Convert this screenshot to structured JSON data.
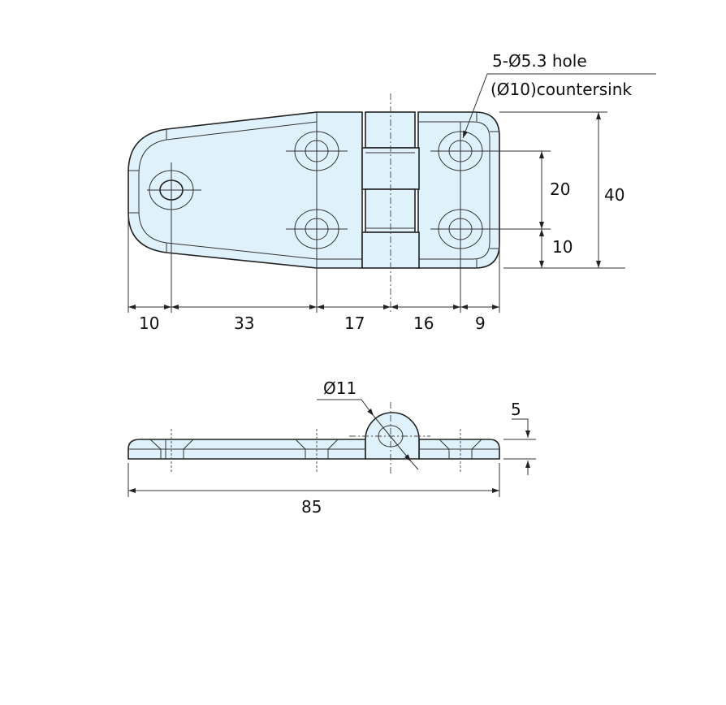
{
  "title": "Hinge drawing",
  "colors": {
    "fill": "#dff2fc",
    "line": "#222222"
  },
  "top_view": {
    "hole_note_line1": "5-Ø5.3 hole",
    "hole_note_line2": "(Ø10)countersink",
    "dims_horizontal": [
      "10",
      "33",
      "17",
      "16",
      "9"
    ],
    "dim_20": "20",
    "dim_10": "10",
    "dim_40": "40"
  },
  "side_view": {
    "dim_diameter": "Ø11",
    "dim_thickness": "5",
    "dim_length": "85"
  }
}
